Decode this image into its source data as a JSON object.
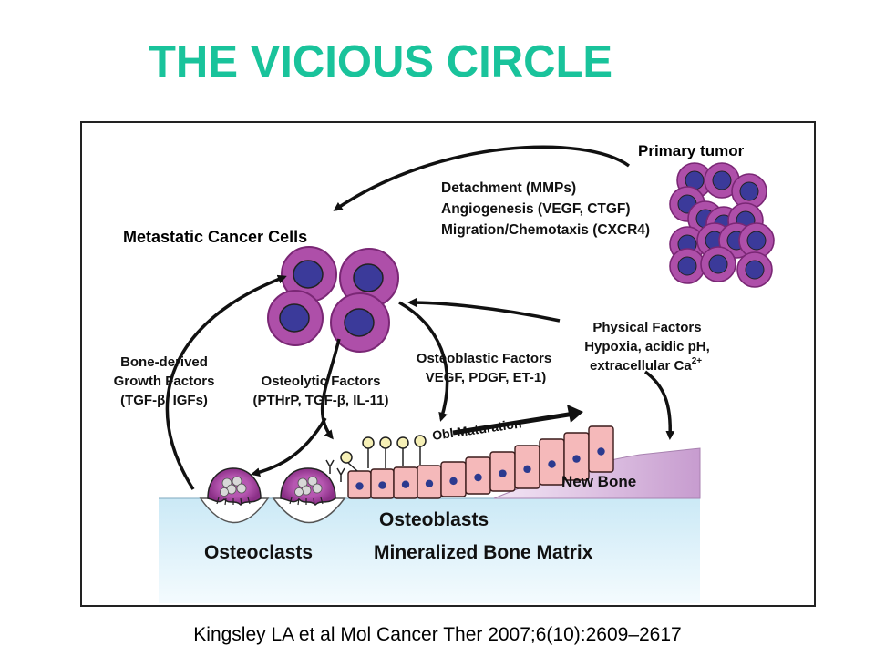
{
  "title": "THE VICIOUS CIRCLE",
  "citation": "Kingsley LA et al Mol Cancer Ther 2007;6(10):2609–2617",
  "colors": {
    "title": "#19c39b",
    "cell_outer": "#a23a9c",
    "cell_nucleus": "#3b3a9a",
    "osteoblast": "#f4b6b8",
    "bone_matrix": "#dff2fa",
    "new_bone": "#c9a3d0"
  },
  "diagram": {
    "primary_tumor": "Primary tumor",
    "detachment": [
      "Detachment (MMPs)",
      "Angiogenesis (VEGF, CTGF)",
      "Migration/Chemotaxis (CXCR4)"
    ],
    "metastatic_cells": "Metastatic Cancer Cells",
    "bone_derived": [
      "Bone-derived",
      "Growth Factors"
    ],
    "bone_derived_detail": "(TGF-β, IGFs)",
    "osteolytic": [
      "Osteolytic Factors",
      "(PTHrP, TGF-β, IL-11)"
    ],
    "osteoblastic": [
      "Osteoblastic Factors",
      "VEGF, PDGF, ET-1)"
    ],
    "physical": [
      "Physical Factors",
      "Hypoxia, acidic pH,"
    ],
    "extracellular": "extracellular Ca",
    "ca_sup": "2+",
    "obl_maturation": "Obl Maturation",
    "new_bone": "New Bone",
    "osteoblasts": "Osteoblasts",
    "osteoclasts": "Osteoclasts",
    "mineralized": "Mineralized Bone Matrix"
  }
}
